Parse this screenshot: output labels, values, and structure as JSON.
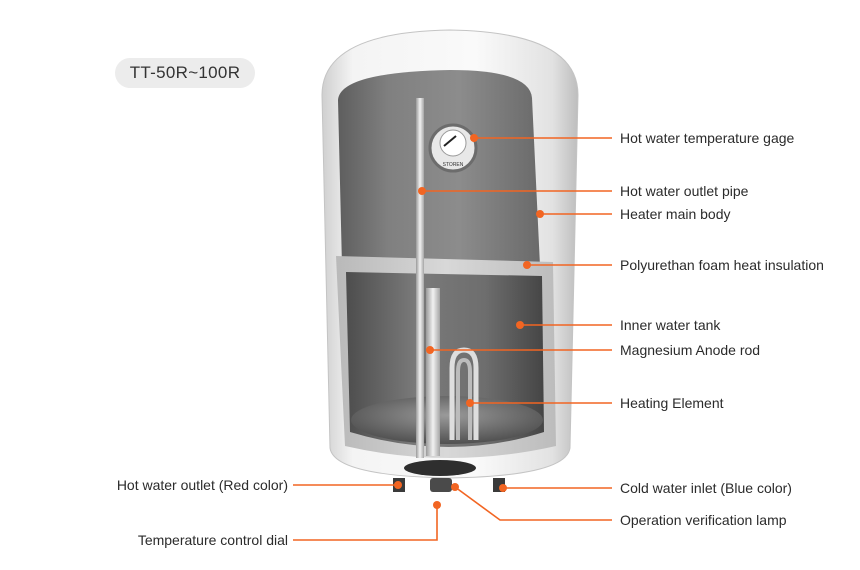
{
  "model": "TT-50R~100R",
  "brand_mark": "STOREN",
  "accent_color": "#f26522",
  "callouts": [
    {
      "id": "temperature-gage",
      "label": "Hot water temperature gage"
    },
    {
      "id": "outlet-pipe",
      "label": "Hot water outlet pipe"
    },
    {
      "id": "main-body",
      "label": "Heater main body"
    },
    {
      "id": "foam-insulation",
      "label": "Polyurethan foam heat insulation"
    },
    {
      "id": "inner-tank",
      "label": "Inner water tank"
    },
    {
      "id": "anode-rod",
      "label": "Magnesium Anode rod"
    },
    {
      "id": "heating-element",
      "label": "Heating Element"
    },
    {
      "id": "cold-inlet",
      "label": "Cold water inlet (Blue color)"
    },
    {
      "id": "verification-lamp",
      "label": "Operation verification lamp"
    },
    {
      "id": "hot-outlet",
      "label": "Hot water outlet (Red color)"
    },
    {
      "id": "control-dial",
      "label": "Temperature control dial"
    }
  ]
}
